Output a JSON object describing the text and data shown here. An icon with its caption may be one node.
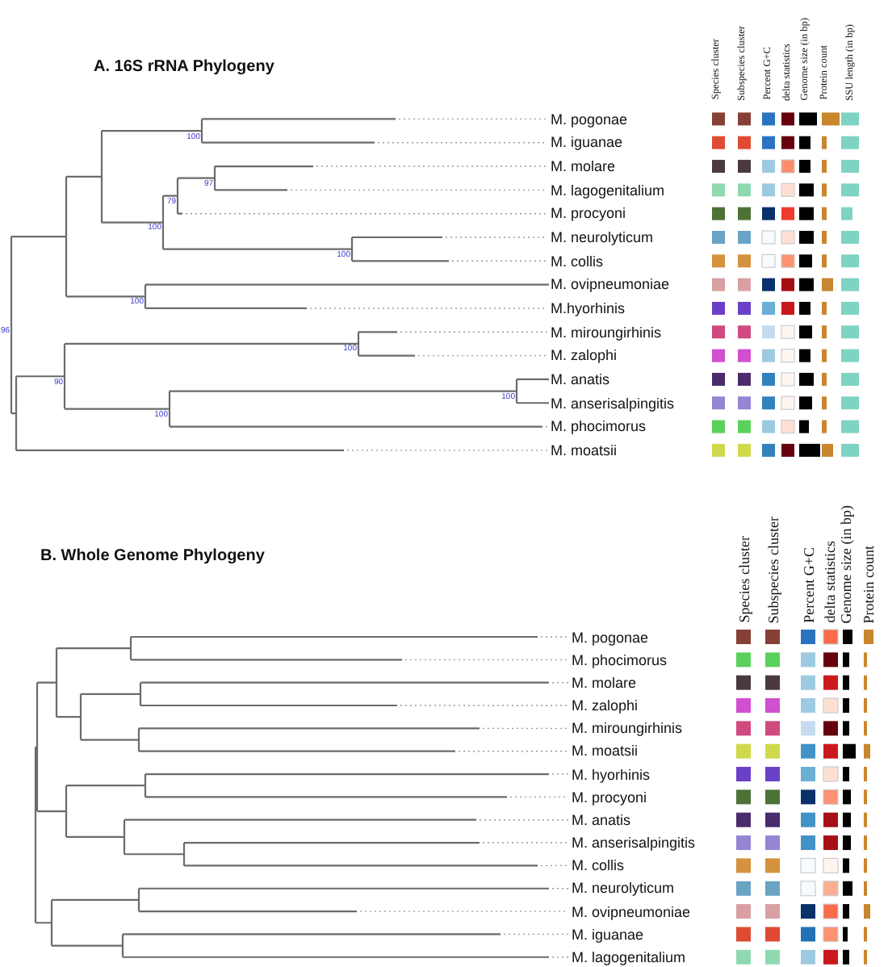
{
  "diagram": {
    "labels": [
      "A. 16S rRNA Phylogeny",
      "Species cluster",
      "Subspecies cluster",
      "Percent G+C",
      "delta statistics",
      "Genome size (in bp)",
      "Protein count",
      "SSU length (in bp)",
      "M. pogonae",
      "M. iguanae",
      "M. molare",
      "M. lagogenitalium",
      "M. procyoni",
      "M. neurolyticum",
      "M. collis",
      "M. ovipneumoniae",
      "M.hyorhinis",
      "M. miroungirhinis",
      "M. zalophi",
      "M. anatis",
      "M. anserisalpingitis",
      "M. phocimorus",
      "M. moatsii",
      "100",
      "97",
      "79",
      "100",
      "100",
      "100",
      "100",
      "90",
      "100",
      "100",
      "96",
      "B. Whole Genome Phylogeny",
      "Species cluster",
      "Subspecies cluster",
      "Percent G+C",
      "delta statistics",
      "Genome size (in bp)",
      "Protein count",
      "M. pogonae",
      "M. phocimorus",
      "M. molare",
      "M. zalophi",
      "M. miroungirhinis",
      "M. moatsii",
      "M. hyorhinis",
      "M. procyoni",
      "M. anatis",
      "M. anserisalpingitis",
      "M. collis",
      "M. neurolyticum",
      "M. ovipneumoniae",
      "M. iguanae",
      "M. lagogenitalium"
    ]
  }
}
